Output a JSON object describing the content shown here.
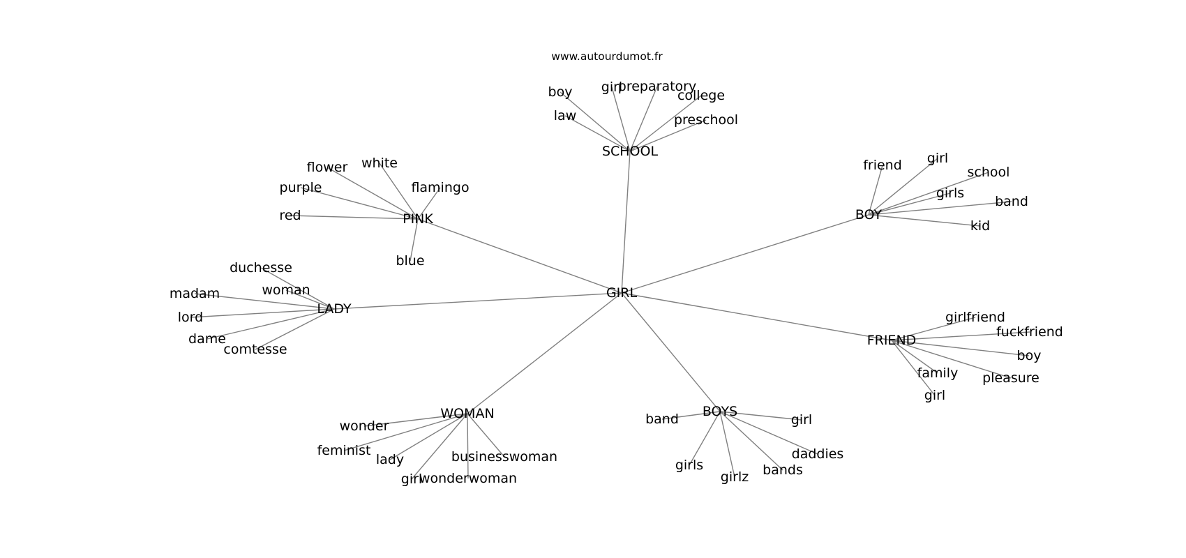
{
  "source_url": "www.autourdumot.fr",
  "edge_color": "#808080",
  "center": "GIRL",
  "hubs": [
    {
      "label": "SCHOOL",
      "leaves": [
        "boy",
        "girl",
        "preparatory",
        "college",
        "law",
        "preschool"
      ]
    },
    {
      "label": "PINK",
      "leaves": [
        "flower",
        "white",
        "purple",
        "flamingo",
        "red",
        "blue"
      ]
    },
    {
      "label": "BOY",
      "leaves": [
        "friend",
        "girl",
        "school",
        "girls",
        "band",
        "kid"
      ]
    },
    {
      "label": "LADY",
      "leaves": [
        "duchesse",
        "madam",
        "woman",
        "lord",
        "dame",
        "comtesse"
      ]
    },
    {
      "label": "FRIEND",
      "leaves": [
        "girlfriend",
        "fuckfriend",
        "boy",
        "family",
        "pleasure",
        "girl"
      ]
    },
    {
      "label": "WOMAN",
      "leaves": [
        "wonder",
        "feminist",
        "lady",
        "businesswoman",
        "girl",
        "wonderwoman"
      ]
    },
    {
      "label": "BOYS",
      "leaves": [
        "band",
        "girl",
        "daddies",
        "girls",
        "girlz",
        "bands"
      ]
    }
  ]
}
